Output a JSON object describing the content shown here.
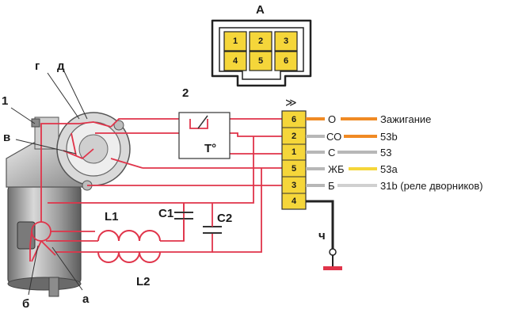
{
  "title_letter": "А",
  "connector_top": {
    "pins": [
      "1",
      "2",
      "3",
      "4",
      "5",
      "6"
    ]
  },
  "motor_labels": {
    "one": "1",
    "g": "г",
    "d": "д",
    "v": "в",
    "b": "б",
    "a": "а"
  },
  "switch": {
    "number": "2",
    "symbol": "T°"
  },
  "components": {
    "l1": "L1",
    "l2": "L2",
    "c1": "C1",
    "c2": "C2"
  },
  "ground_label": "ч",
  "connector_side_symbol": "≫",
  "pin_rows": [
    {
      "pin": "6",
      "wire_code": "О",
      "signal": "Зажигание"
    },
    {
      "pin": "2",
      "wire_code": "СО",
      "signal": "53b"
    },
    {
      "pin": "1",
      "wire_code": "С",
      "signal": "53"
    },
    {
      "pin": "5",
      "wire_code": "ЖБ",
      "signal": "53а"
    },
    {
      "pin": "3",
      "wire_code": "Б",
      "signal": "31b (реле дворников)"
    },
    {
      "pin": "4",
      "wire_code": "",
      "signal": ""
    }
  ],
  "colors": {
    "wire_red": "#e0344a",
    "connector_yellow": "#f5d63a",
    "wire_orange": "#f08a24",
    "wire_gray": "#b7b7b7"
  }
}
